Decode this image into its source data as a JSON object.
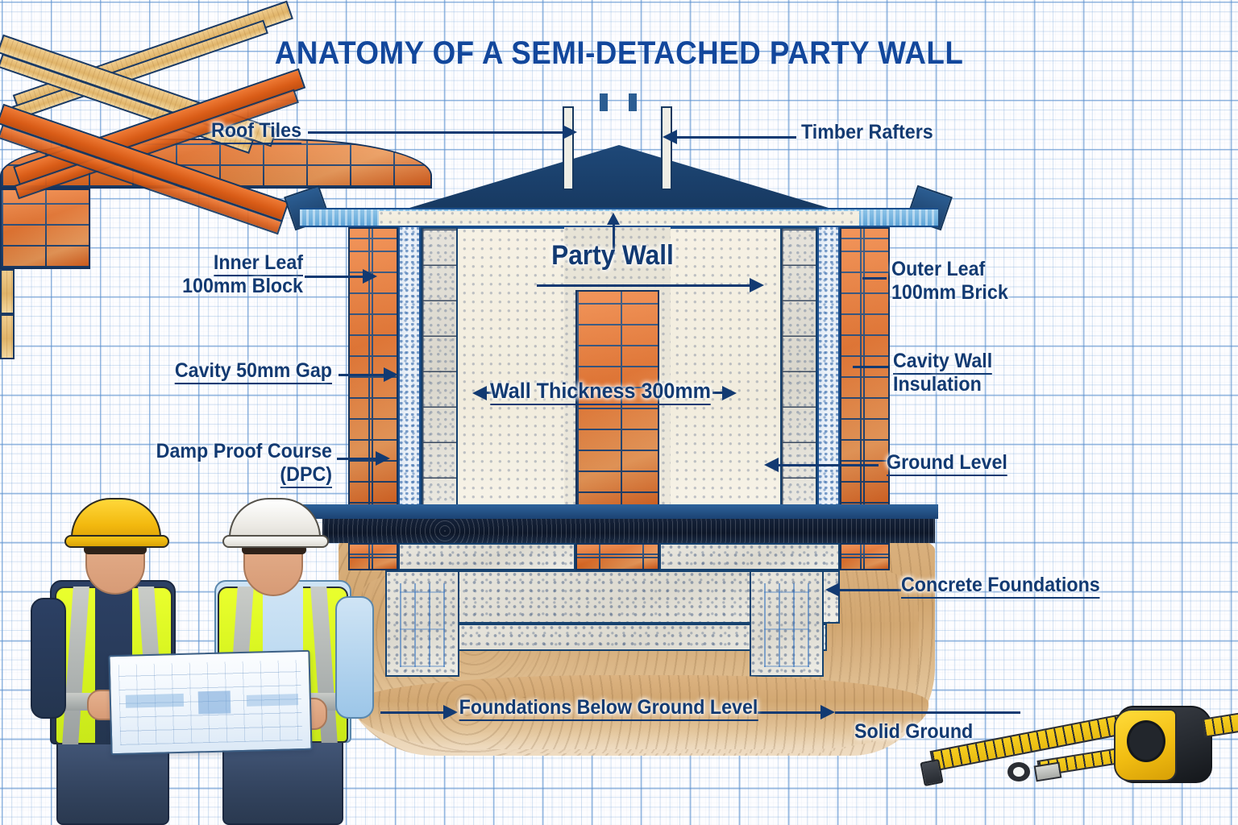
{
  "title": "ANATOMY OF A SEMI-DETACHED PARTY WALL",
  "theme": {
    "title_color": "#12479c",
    "label_color": "#123a72",
    "grid_minor": "#6ea0d7",
    "grid_major": "#4682c8",
    "brick_color": "#e4691f",
    "block_color": "#d9d6cc",
    "timber_color": "#e0b469",
    "tile_color": "#d95c17",
    "soil_color": "#d2a771",
    "dpc_color": "#0d1729",
    "vest_color": "#d8f520",
    "helmet_yellow": "#f2c01d",
    "helmet_white": "#f4f4f2",
    "tape_color": "#f7ce20"
  },
  "callouts": {
    "roof_tiles": "Roof Tiles",
    "timber_rafters": "Timber Rafters",
    "inner_leaf_line1": "Inner Leaf",
    "inner_leaf_line2": "100mm Block",
    "outer_leaf_line1": "Outer Leaf",
    "outer_leaf_line2": "100mm Brick",
    "cavity_gap": "Cavity 50mm Gap",
    "cavity_insulation_line1": "Cavity Wall",
    "cavity_insulation_line2": "Insulation",
    "dpc_line1": "Damp Proof Course",
    "dpc_line2": "(DPC)",
    "ground_level": "Ground Level",
    "party_wall": "Party Wall",
    "wall_thickness": "Wall Thickness 300mm",
    "concrete_foundations": "Concrete Foundations",
    "foundations_below": "Foundations Below Ground Level",
    "solid_ground": "Solid Ground"
  },
  "scene": {
    "worker_left": "worker-yellow-hard-hat",
    "worker_right": "worker-white-hard-hat",
    "blueprint": "rolled-blueprint-drawing",
    "tape_measure": "yellow-tape-measure"
  }
}
